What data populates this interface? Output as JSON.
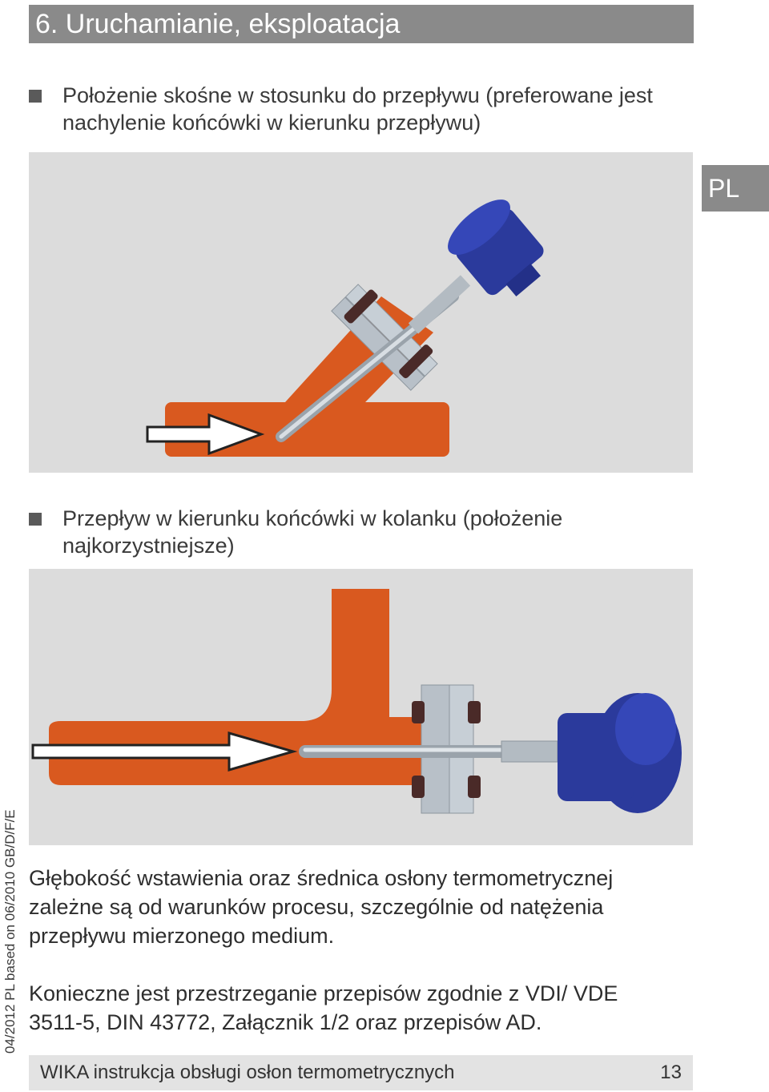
{
  "header": {
    "title": "6. Uruchamianie, eksploatacja"
  },
  "lang_tab": "PL",
  "side_note": "04/2012 PL based on 06/2010 GB/D/F/E",
  "bullets": [
    {
      "text": "Położenie skośne w stosunku do przepływu (preferowane jest nachylenie końcówki w kierunku przepływu)"
    },
    {
      "text": "Przepływ w kierunku końcówki w kolanku (położenie najkorzystniejsze)"
    }
  ],
  "paragraphs": [
    "Głębokość wstawienia oraz średnica osłony termometrycznej zależne są od warunków procesu, szczególnie od natężenia przepływu mierzonego medium.",
    "Konieczne jest przestrzeganie przepisów zgodnie z VDI/ VDE 3511-5, DIN 43772, Załącznik 1/2 oraz przepisów AD."
  ],
  "footer": {
    "title": "WIKA instrukcja obsługi osłon termometrycznych",
    "page": "13"
  },
  "colors": {
    "pipe": "#d9591f",
    "head": "#2b3a9c",
    "steel": "#b8c0c8",
    "figure_bg": "#dcdcdc",
    "header_bg": "#8a8a8a"
  }
}
